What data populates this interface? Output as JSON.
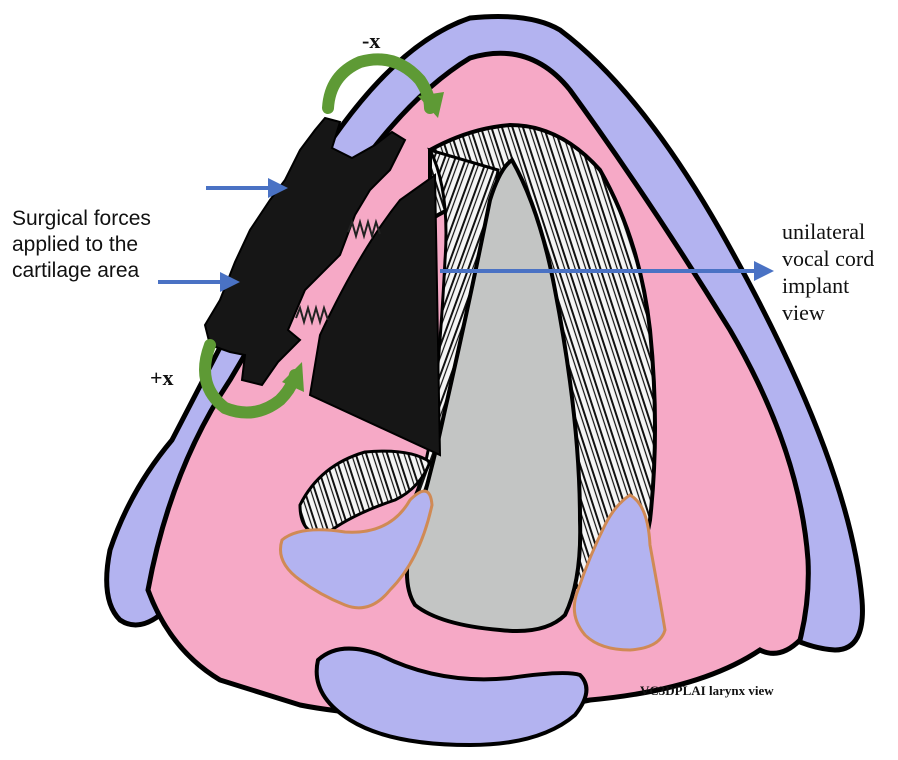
{
  "labels": {
    "surgical_forces": [
      "Surgical forces",
      "applied to the",
      "cartilage area"
    ],
    "implant_view": [
      "unilateral",
      "vocal cord",
      "implant",
      "view"
    ],
    "minus_x": "-x",
    "plus_x": "+x",
    "footer": "VC3DPLAI larynx view"
  },
  "colors": {
    "outer_lavender": "#b3b3f0",
    "pink_tissue": "#f6a9c6",
    "outline": "#000000",
    "arrow_blue": "#4a72c4",
    "arrow_green": "#5e9a35",
    "implant_black": "#161616",
    "cartilage_gray": "#c3c5c4",
    "copper_edge": "#d08a55"
  },
  "icons": [
    "blue-right-arrow-icon",
    "green-curved-arrow-icon",
    "spring-icon"
  ]
}
